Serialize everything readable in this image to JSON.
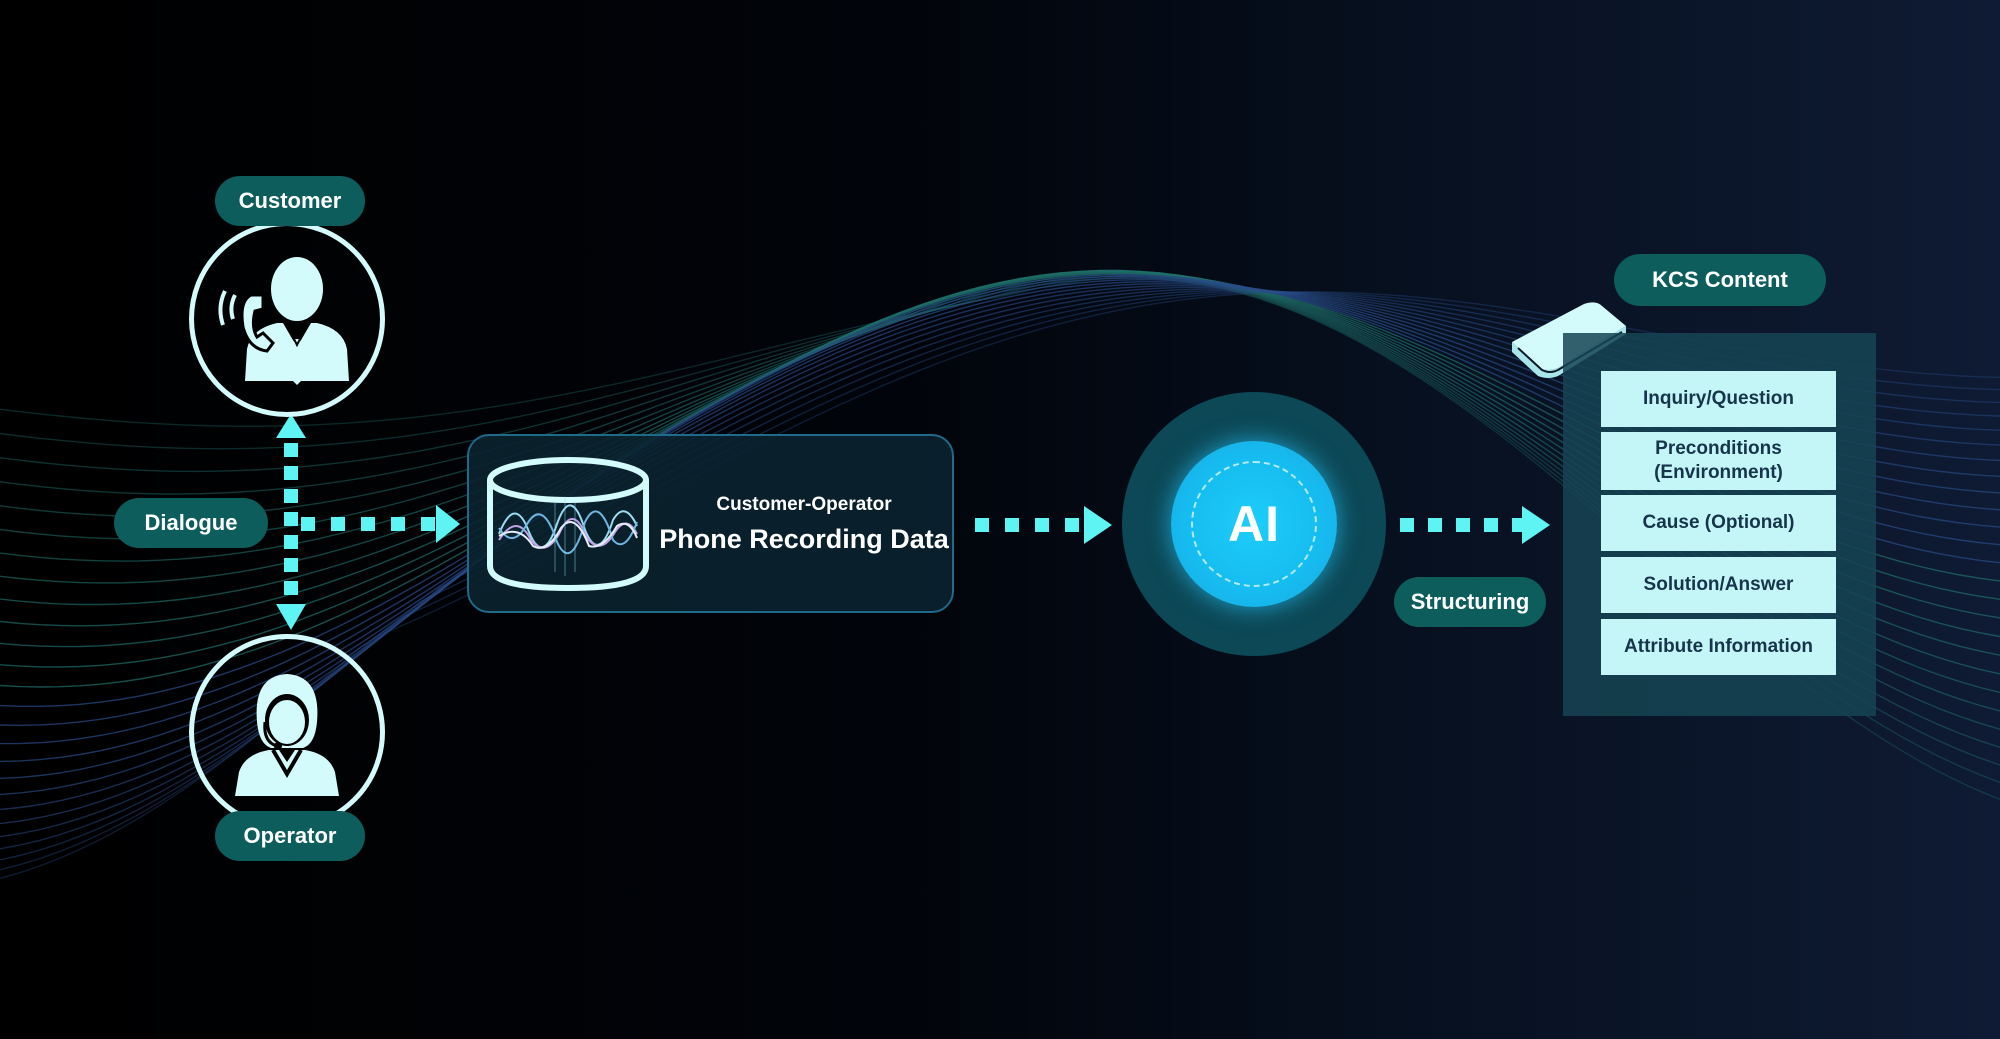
{
  "labels": {
    "customer": "Customer",
    "operator": "Operator",
    "dialogue": "Dialogue",
    "structuring": "Structuring",
    "kcs_content": "KCS Content"
  },
  "recording": {
    "small": "Customer-Operator",
    "big": "Phone Recording Data"
  },
  "ai": {
    "label": "AI"
  },
  "kcs_items": [
    {
      "label": "Inquiry/Question"
    },
    {
      "label": "Preconditions\n(Environment)"
    },
    {
      "label": "Cause (Optional)"
    },
    {
      "label": "Solution/Answer"
    },
    {
      "label": "Attribute Information"
    }
  ],
  "icons": {
    "customer": "customer-on-phone-icon",
    "operator": "operator-headset-icon",
    "database": "database-waveform-icon",
    "book": "book-icon"
  },
  "colors": {
    "pill": "#0d5d5c",
    "arrow": "#5ff4f4",
    "circle_border": "#d4fbfb",
    "ai_core": "#16bdf0",
    "kcs_item_bg": "#c4f6f8",
    "kcs_text": "#16344a"
  }
}
